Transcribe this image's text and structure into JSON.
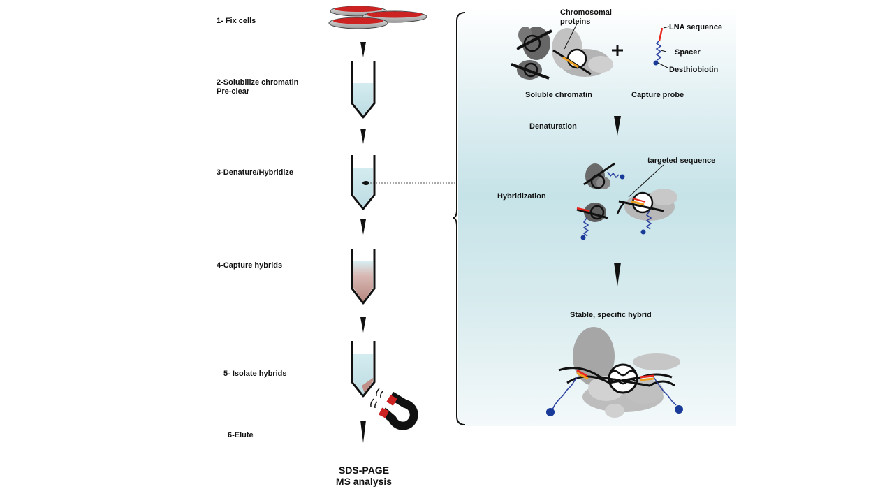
{
  "steps": [
    {
      "label": "1- Fix cells"
    },
    {
      "label": "2-Solubilize chromatin\nPre-clear"
    },
    {
      "label": "3-Denature/Hybridize"
    },
    {
      "label": "4-Capture hybrids"
    },
    {
      "label": "5- Isolate hybrids"
    },
    {
      "label": "6-Elute"
    }
  ],
  "final": {
    "label": "SDS-PAGE\nMS analysis"
  },
  "detail": {
    "chromosomal_proteins": "Chromosomal\nproteins",
    "lna_sequence": "LNA sequence",
    "spacer": "Spacer",
    "desthiobiotin": "Desthiobiotin",
    "soluble_chromatin": "Soluble chromatin",
    "capture_probe": "Capture probe",
    "plus": "+",
    "denaturation": "Denaturation",
    "targeted_sequence": "targeted sequence",
    "hybridization": "Hybridization",
    "stable_hybrid": "Stable, specific hybrid"
  },
  "colors": {
    "lna": "#e8281e",
    "spacer": "#2a3f9e",
    "biotin": "#1a3a9a",
    "dna": "#111111",
    "protein": "#a8a8a8",
    "dish": "#cc2222",
    "tube_liquid": "#cfe7ec",
    "bead_liquid": "#cfa8a8",
    "magnet": "#cc2222",
    "orange_segment": "#f0a020"
  }
}
